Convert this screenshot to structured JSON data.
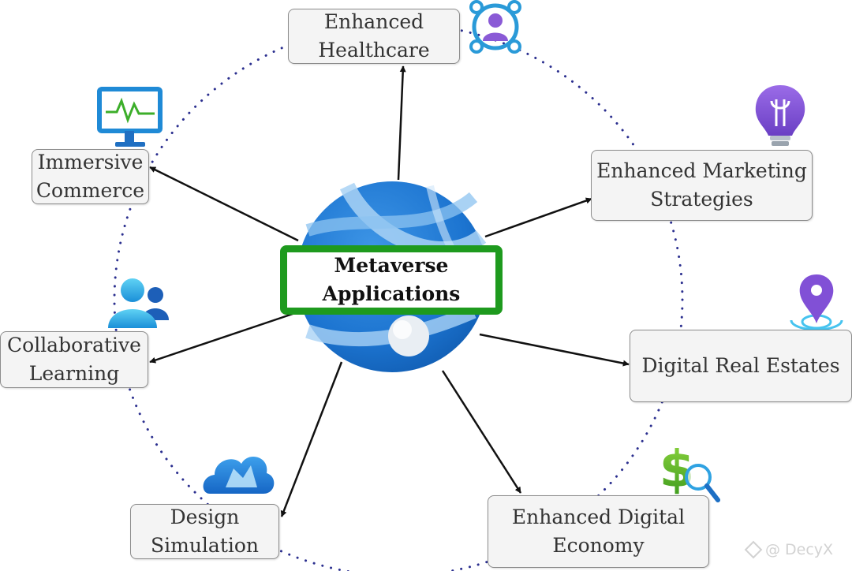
{
  "diagram": {
    "center": {
      "label": "Metaverse\nApplications"
    },
    "nodes": {
      "healthcare": {
        "label": "Enhanced\nHealthcare",
        "icon": "user-network-icon"
      },
      "marketing": {
        "label": "Enhanced Marketing\nStrategies",
        "icon": "lightbulb-icon"
      },
      "real_estate": {
        "label": "Digital Real Estates",
        "icon": "location-pin-icon"
      },
      "economy": {
        "label": "Enhanced Digital\nEconomy",
        "icon": "dollar-search-icon"
      },
      "design": {
        "label": "Design\nSimulation",
        "icon": "cloud-icon"
      },
      "learning": {
        "label": "Collaborative\nLearning",
        "icon": "users-icon"
      },
      "commerce": {
        "label": "Immersive\nCommerce",
        "icon": "monitor-pulse-icon"
      }
    },
    "colors": {
      "center_border": "#1e9a1e",
      "globe": "#1a73cf",
      "arrows": "#111111",
      "orbit_dots": "#2b2f8f",
      "box_fill": "#f4f4f4",
      "box_border": "#8c8c8c"
    }
  },
  "watermark": {
    "text": "@ DecyX",
    "icon": "logo-mark-icon"
  }
}
